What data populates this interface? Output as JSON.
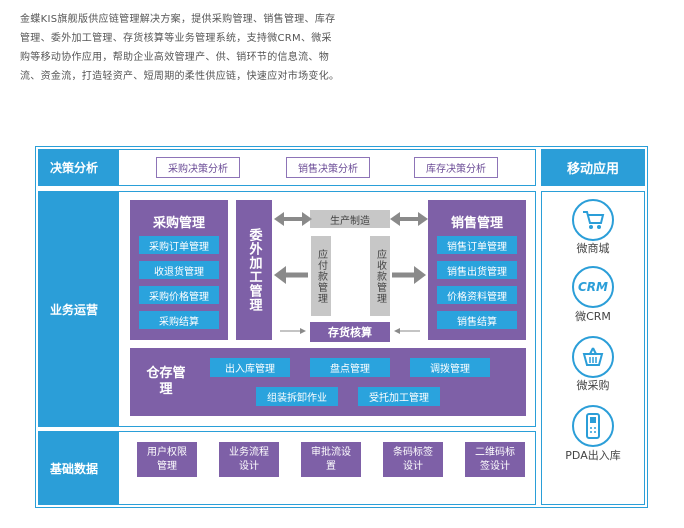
{
  "intro": {
    "text": "金蝶KIS旗舰版供应链管理解决方案，提供采购管理、销售管理、库存管理、委外加工管理、存货核算等业务管理系统，支持微CRM、微采购等移动协作应用，帮助企业高效管理产、供、销环节的信息流、物流、资金流，打造轻资产、短周期的柔性供应链，快速应对市场变化。"
  },
  "decision": {
    "label": "决策分析",
    "items": [
      "采购决策分析",
      "销售决策分析",
      "库存决策分析"
    ]
  },
  "business": {
    "label": "业务运营",
    "purchase": {
      "title": "采购管理",
      "items": [
        "采购订单管理",
        "收退货管理",
        "采购价格管理",
        "采购结算"
      ]
    },
    "outsource": {
      "title": "委外加工管理"
    },
    "production": "生产制造",
    "payable": "应付款管理",
    "receivable": "应收款管理",
    "inventory_accounting": "存货核算",
    "sales": {
      "title": "销售管理",
      "items": [
        "销售订单管理",
        "销售出货管理",
        "价格资料管理",
        "销售结算"
      ]
    },
    "warehouse": {
      "title": "仓存管理",
      "items_row1": [
        "出入库管理",
        "盘点管理",
        "调拨管理"
      ],
      "items_row2": [
        "组装拆卸作业",
        "受托加工管理"
      ]
    }
  },
  "foundation": {
    "label": "基础数据",
    "items": [
      "用户权限管理",
      "业务流程设计",
      "审批流设置",
      "条码标签设计",
      "二维码标签设计"
    ]
  },
  "mobile": {
    "title": "移动应用",
    "apps": [
      {
        "label": "微商城",
        "icon": "cart-icon"
      },
      {
        "label": "微CRM",
        "icon": "crm-icon",
        "badge": "CRM"
      },
      {
        "label": "微采购",
        "icon": "basket-icon"
      },
      {
        "label": "PDA出入库",
        "icon": "pda-icon"
      }
    ]
  },
  "colors": {
    "blue": "#2b9ed8",
    "purple": "#7e60a7",
    "gray": "#c7c7c7"
  }
}
